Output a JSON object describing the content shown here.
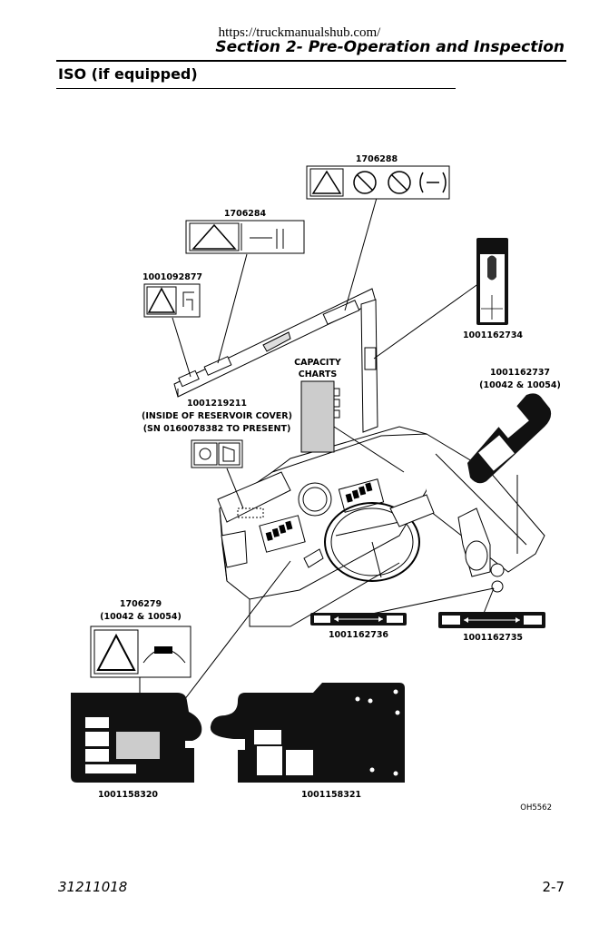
{
  "header": {
    "url": "https://truckmanualshub.com/",
    "section": "Section 2- Pre-Operation and Inspection"
  },
  "title": "ISO (if equipped)",
  "labels": {
    "d1706288": "1706288",
    "d1706284": "1706284",
    "d1001092877": "1001092877",
    "d1001162734": "1001162734",
    "capacity_1": "CAPACITY",
    "capacity_2": "CHARTS",
    "d1001162737": "1001162737",
    "d1001162737_note": "(10042 & 10054)",
    "d1001219211": "1001219211",
    "d1001219211_note1": "(INSIDE OF RESERVOIR COVER)",
    "d1001219211_note2": "(SN 0160078382 TO PRESENT)",
    "d1706279": "1706279",
    "d1706279_note": "(10042 & 10054)",
    "d1001162736": "1001162736",
    "d1001162735": "1001162735",
    "d1001158320": "1001158320",
    "d1001158321": "1001158321"
  },
  "figure_code": "OH5562",
  "footer": {
    "doc_number": "31211018",
    "page": "2-7"
  }
}
